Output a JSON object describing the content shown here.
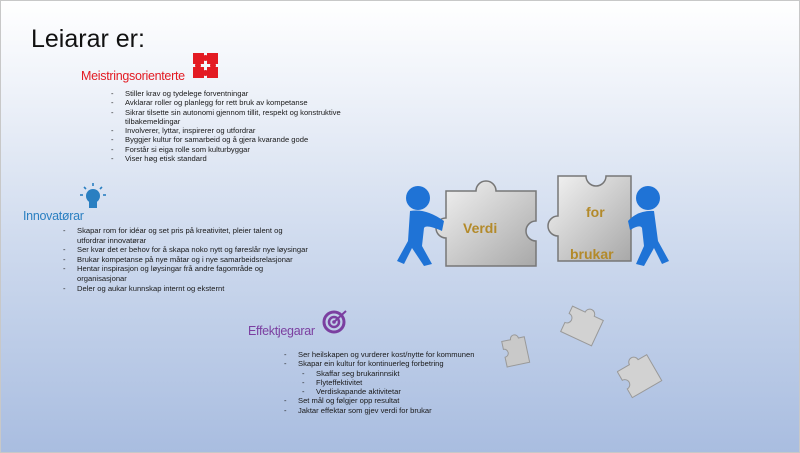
{
  "title": "Leiarar er:",
  "sections": [
    {
      "heading": "Meistringsorienterte",
      "color": "#e31b23",
      "icon": "puzzle-pieces-icon",
      "items": [
        "Stiller krav og tydelege forventningar",
        "Avklarar roller og planlegg for rett bruk av kompetanse",
        "Sikrar tilsette sin autonomi gjennom tillit, respekt og konstruktive tilbakemeldingar",
        "Involverer, lyttar, inspirerer og utfordrar",
        "Byggjer kultur for samarbeid og å gjera kvarande gode",
        "Forstår si eiga rolle som kulturbyggar",
        "Viser høg etisk standard"
      ]
    },
    {
      "heading": "Innovatørar",
      "color": "#2a7fc1",
      "icon": "lightbulb-icon",
      "items": [
        "Skapar rom for idéar og set pris på kreativitet, pleier talent og utfordrar innovatørar",
        "Ser kvar det er behov for å skapa noko nytt og føreslår nye løysingar",
        "Brukar kompetanse på nye måtar og i nye samarbeidsrelasjonar",
        "Hentar inspirasjon og løysingar frå andre fagområde og organisasjonar",
        "Deler og aukar kunnskap internt og eksternt"
      ]
    },
    {
      "heading": "Effektjegarar",
      "color": "#7b3fa0",
      "icon": "target-icon",
      "items": [
        "Ser heilskapen og vurderer kost/nytte for kommunen",
        "Skapar ein kultur for kontinuerleg forbetring"
      ],
      "subitems": [
        "Skaffar seg brukarinnsikt",
        "Flyteffektivitet",
        "Verdiskapande aktivitetar"
      ],
      "items_after": [
        "Set mål og følgjer opp resultat",
        "Jaktar effektar som gjev verdi for brukar"
      ]
    }
  ],
  "graphic": {
    "left_piece": "Verdi",
    "right_piece_line1": "for",
    "right_piece_line2": "brukar"
  }
}
